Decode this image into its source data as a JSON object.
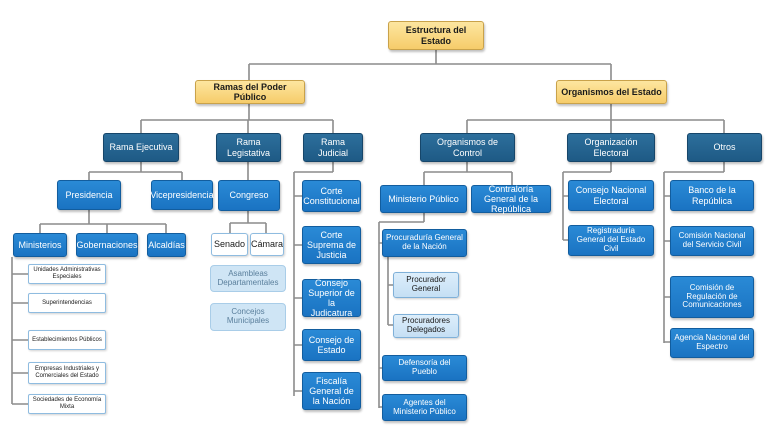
{
  "root": "Estructura del Estado",
  "ramas": "Ramas del Poder Público",
  "organismos": "Organismos del Estado",
  "ejecutiva": "Rama Ejecutiva",
  "legislativa": "Rama Legistativa",
  "judicial": "Rama Judicial",
  "control": "Organismos de Control",
  "electoral": "Organización Electoral",
  "otros": "Otros",
  "presidencia": "Presidencia",
  "vicepresidencia": "Vicepresidencia",
  "ministerios": "Ministerios",
  "gobernaciones": "Gobernaciones",
  "alcaldias": "Alcaldías",
  "unidades": "Unidades Administrativas Especiales",
  "superintendencias": "Superintendencias",
  "establecimientos": "Establecimientos Públicos",
  "empresas": "Empresas Industriales y Comerciales del Estado",
  "sociedades": "Sociedades de Economía Mixta",
  "congreso": "Congreso",
  "senado": "Senado",
  "camara": "Cámara",
  "asambleas": "Asambleas Departamentales",
  "concejos": "Concejos Municipales",
  "corte_const": "Corte Constitucional",
  "corte_suprema": "Corte Suprema de Justicia",
  "consejo_sup": "Consejo Superior de la Judicatura",
  "consejo_estado": "Consejo de Estado",
  "fiscalia": "Fiscalía General de la Nación",
  "ministerio_publico": "Ministerio Público",
  "contraloria": "Contraloría General de la República",
  "procuraduria": "Procuraduría General de la Nación",
  "procurador": "Procurador General",
  "procuradores": "Procuradores Delegados",
  "defensoria": "Defensoría del Pueblo",
  "agentes": "Agentes del Ministerio Público",
  "cne": "Consejo Nacional Electoral",
  "registraduria": "Registraduría General del Estado Civil",
  "banco": "Banco de la República",
  "comision_servicio": "Comisión Nacional del Servicio Civil",
  "comision_regulacion": "Comisión de Regulación de Comunicaciones",
  "ane": "Agencia Nacional del Espectro"
}
